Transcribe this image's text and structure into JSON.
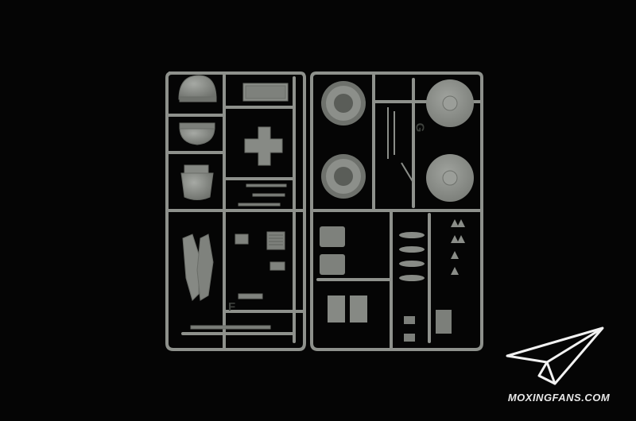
{
  "photo": {
    "subject": "plastic model kit sprue",
    "background_color": "#050505",
    "plastic_color": "#8e918c",
    "shadow_color": "#5c5f5a"
  },
  "sprue_labels": {
    "left_frame": "F",
    "right_frame": "G"
  },
  "watermark": {
    "logo_icon": "paper-plane-icon",
    "text": "MOXINGFANS.COM"
  }
}
